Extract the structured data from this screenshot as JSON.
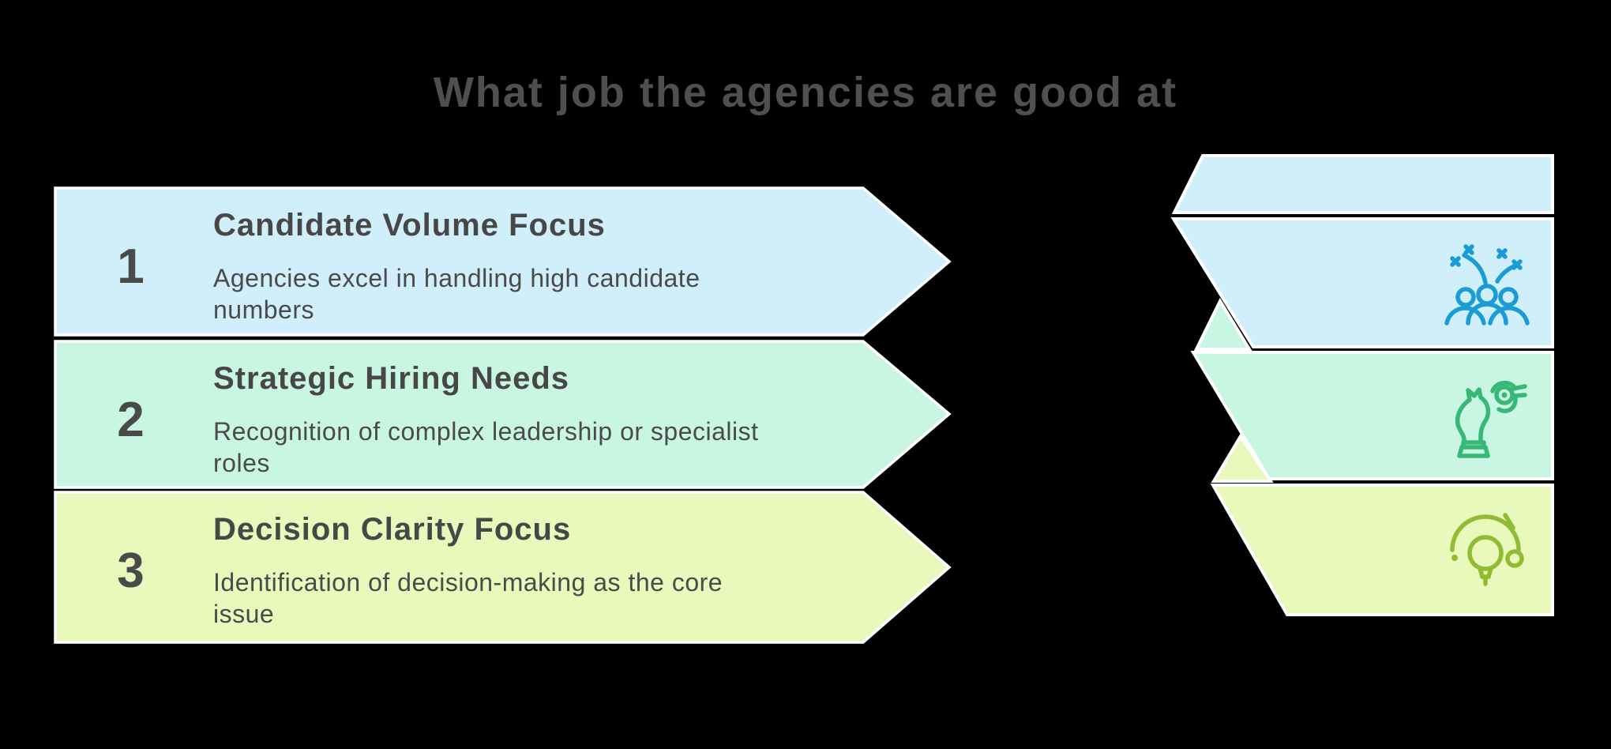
{
  "title": "What job the agencies are good at",
  "items": [
    {
      "number": "1",
      "title": "Candidate Volume Focus",
      "description": "Agencies excel in handling high candidate numbers",
      "description_lines": [
        "Agencies excel in handling high candidate",
        "numbers"
      ],
      "icon": "celebration-people-icon",
      "color": "#D0EFFB",
      "icon_color": "#1B9CD6"
    },
    {
      "number": "2",
      "title": "Strategic Hiring Needs",
      "description": "Recognition of complex leadership or specialist roles",
      "description_lines": [
        "Recognition of complex leadership or specialist",
        "roles"
      ],
      "icon": "chess-knight-icon",
      "color": "#C9F6E2",
      "icon_color": "#38B877"
    },
    {
      "number": "3",
      "title": "Decision Clarity Focus",
      "description": "Identification of decision-making as the core issue",
      "description_lines": [
        "Identification of decision-making as the core",
        "issue"
      ],
      "icon": "lightbulb-idea-icon",
      "color": "#E9F8BB",
      "icon_color": "#90BC33"
    }
  ],
  "colors": {
    "background": "#000000",
    "outline": "#FFFFFF",
    "number_text": "#4A4A4A",
    "item_title_text": "#474747",
    "description_text": "#4A4A4A",
    "main_title_text": "#4F4F4F"
  }
}
